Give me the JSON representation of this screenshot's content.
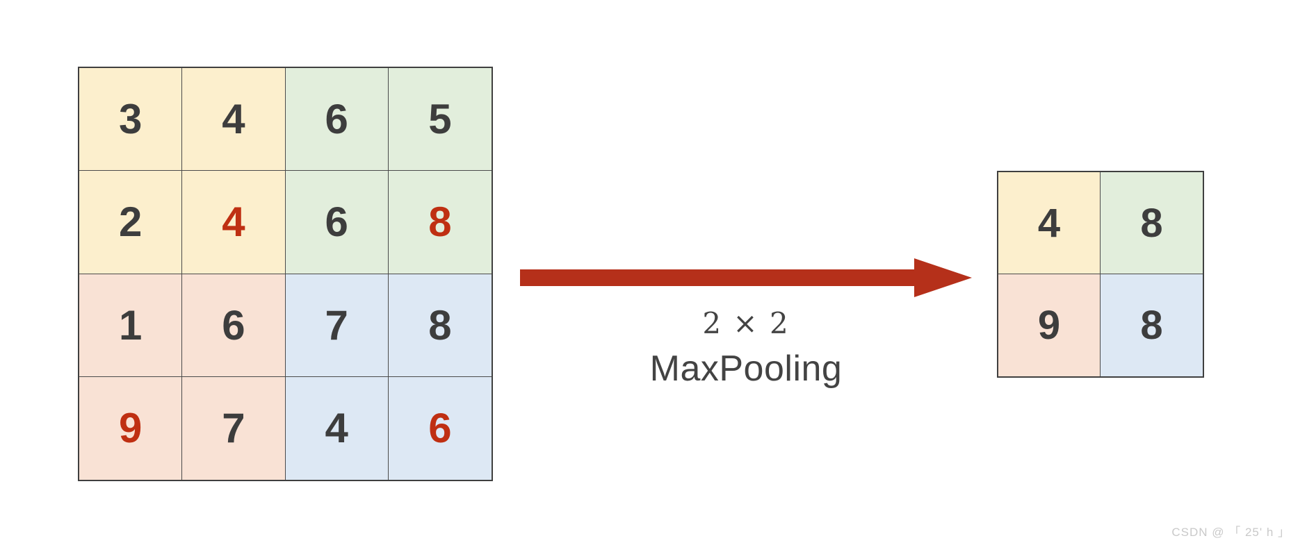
{
  "colors": {
    "quadrant_top_left": "#fcefcd",
    "quadrant_top_right": "#e2eedc",
    "quadrant_bottom_left": "#f9e2d5",
    "quadrant_bottom_right": "#dde8f4",
    "cell_border": "#4a4a4a",
    "grid_border": "#3f3f3f",
    "digit_default": "#3d3d3d",
    "digit_highlight": "#bf2f12",
    "arrow": "#b5301a",
    "caption_text": "#434343",
    "watermark_text": "#c9c9c9"
  },
  "input_matrix": {
    "label": "input-feature-map",
    "rows": 4,
    "cols": 4,
    "cells": [
      {
        "value": "3",
        "quadrant": "top_left",
        "highlight": false
      },
      {
        "value": "4",
        "quadrant": "top_left",
        "highlight": false
      },
      {
        "value": "6",
        "quadrant": "top_right",
        "highlight": false
      },
      {
        "value": "5",
        "quadrant": "top_right",
        "highlight": false
      },
      {
        "value": "2",
        "quadrant": "top_left",
        "highlight": false
      },
      {
        "value": "4",
        "quadrant": "top_left",
        "highlight": true
      },
      {
        "value": "6",
        "quadrant": "top_right",
        "highlight": false
      },
      {
        "value": "8",
        "quadrant": "top_right",
        "highlight": true
      },
      {
        "value": "1",
        "quadrant": "bottom_left",
        "highlight": false
      },
      {
        "value": "6",
        "quadrant": "bottom_left",
        "highlight": false
      },
      {
        "value": "7",
        "quadrant": "bottom_right",
        "highlight": false
      },
      {
        "value": "8",
        "quadrant": "bottom_right",
        "highlight": false
      },
      {
        "value": "9",
        "quadrant": "bottom_left",
        "highlight": true
      },
      {
        "value": "7",
        "quadrant": "bottom_left",
        "highlight": false
      },
      {
        "value": "4",
        "quadrant": "bottom_right",
        "highlight": false
      },
      {
        "value": "6",
        "quadrant": "bottom_right",
        "highlight": true
      }
    ]
  },
  "output_matrix": {
    "label": "pooled-output",
    "rows": 2,
    "cols": 2,
    "cells": [
      {
        "value": "4",
        "quadrant": "top_left",
        "highlight": false
      },
      {
        "value": "8",
        "quadrant": "top_right",
        "highlight": false
      },
      {
        "value": "9",
        "quadrant": "bottom_left",
        "highlight": false
      },
      {
        "value": "8",
        "quadrant": "bottom_right",
        "highlight": false
      }
    ]
  },
  "operation": {
    "arrow_icon": "right-arrow-icon",
    "kernel_label": "2 × 2",
    "name_label": "MaxPooling"
  },
  "watermark": {
    "text": "CSDN @ 「 25' h 」"
  }
}
